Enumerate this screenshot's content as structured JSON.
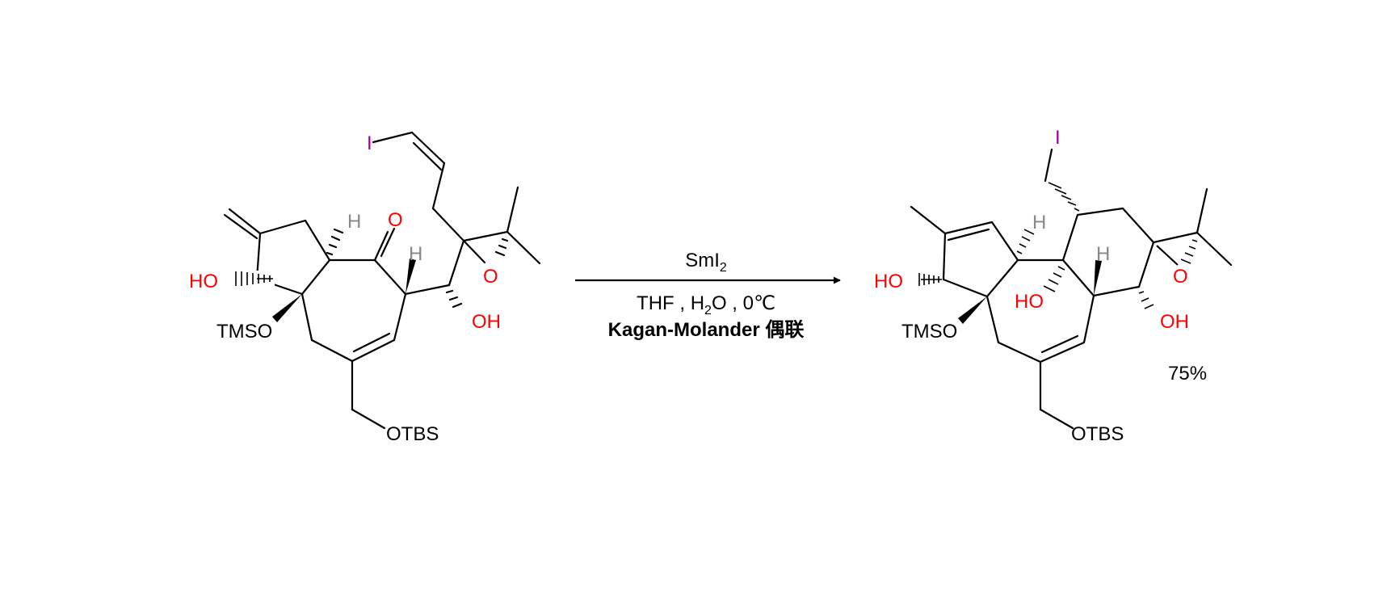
{
  "colors": {
    "oxygen": "#ff0000",
    "iodine": "#990099",
    "hydrogen": "#888888",
    "bond": "#000000",
    "text": "#000000"
  },
  "reactant": {
    "labels": {
      "iodo": "I",
      "ketone_o": "O",
      "epoxide_o": "O",
      "h1": "H",
      "h2": "H",
      "ho": "HO",
      "oh": "OH",
      "tmso": "TMSO",
      "otbs": "OTBS"
    }
  },
  "product": {
    "labels": {
      "iodo": "I",
      "h1": "H",
      "h2": "H",
      "ho_left": "HO",
      "ho_center": "HO",
      "epoxide_o": "O",
      "oh": "OH",
      "tmso": "TMSO",
      "otbs": "OTBS"
    },
    "yield": "75%"
  },
  "reaction": {
    "reagent_main": "SmI",
    "reagent_sub": "2",
    "cond_a": "THF , H",
    "cond_sub": "2",
    "cond_b": "O , 0℃",
    "name": "Kagan-Molander 偶联"
  }
}
